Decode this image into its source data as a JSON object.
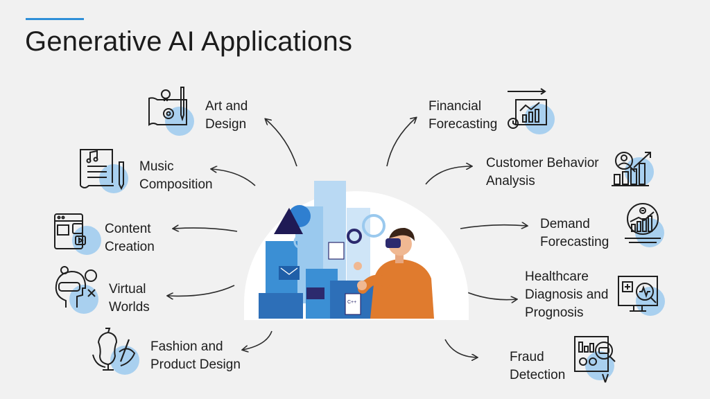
{
  "title": "Generative AI Applications",
  "colors": {
    "accent": "#2f8fd8",
    "icon_circle": "#a9d0ef",
    "arrow": "#2b2b2b",
    "illustration_blue": "#3b8fd4",
    "person_sweater": "#e07b2e"
  },
  "left_items": [
    {
      "line1": "Art and",
      "line2": "Design",
      "icon": "art-palette-icon"
    },
    {
      "line1": "Music",
      "line2": "Composition",
      "icon": "music-sheet-icon"
    },
    {
      "line1": "Content",
      "line2": "Creation",
      "icon": "content-media-icon"
    },
    {
      "line1": "Virtual",
      "line2": "Worlds",
      "icon": "virtual-head-icon"
    },
    {
      "line1": "Fashion and",
      "line2": "Product Design",
      "icon": "mannequin-icon"
    }
  ],
  "right_items": [
    {
      "line1": "Financial",
      "line2": "Forecasting",
      "icon": "financial-chart-icon"
    },
    {
      "line1": "Customer Behavior",
      "line2": "Analysis",
      "icon": "customer-analysis-icon"
    },
    {
      "line1": "Demand",
      "line2": "Forecasting",
      "icon": "demand-globe-icon"
    },
    {
      "line1": "Healthcare",
      "line2": "Diagnosis and",
      "line3": "Prognosis",
      "icon": "health-monitor-icon"
    },
    {
      "line1": "Fraud",
      "line2": "Detection",
      "icon": "fraud-search-icon"
    }
  ],
  "center": {
    "code_label": "C++",
    "icon": "vr-developer-illustration"
  }
}
